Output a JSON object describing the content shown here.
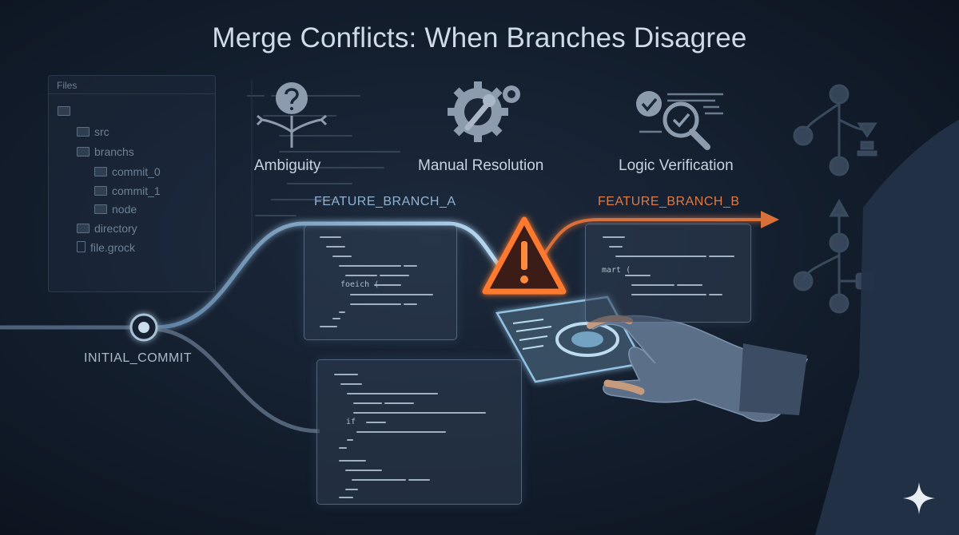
{
  "title": "Merge Conflicts: When Branches Disagree",
  "files_panel": {
    "header": "Files",
    "items": [
      "src",
      "branchs",
      "commit_0",
      "commit_1",
      "node",
      "directory",
      "file.grock"
    ]
  },
  "concepts": [
    {
      "label": "Ambiguity",
      "icon": "question-fork-icon"
    },
    {
      "label": "Manual Resolution",
      "icon": "gear-wrench-icon"
    },
    {
      "label": "Logic Verification",
      "icon": "check-magnifier-icon"
    }
  ],
  "branches": {
    "initial": "INITIAL_COMMIT",
    "a": "FEATURE_BRANCH_A",
    "b": "FEATURE_BRANCH_B"
  },
  "code_keywords": {
    "panel_a": "foeich (",
    "panel_b": "mart (",
    "panel_c": "if"
  },
  "colors": {
    "branch_a": "#8fc2ec",
    "branch_b": "#e8763a",
    "warning": "#f07030",
    "text": "#c6d2de"
  },
  "icons": [
    "warning-icon",
    "folder-icon",
    "file-icon",
    "sparkle-icon",
    "hand-icon",
    "tablet-icon"
  ]
}
